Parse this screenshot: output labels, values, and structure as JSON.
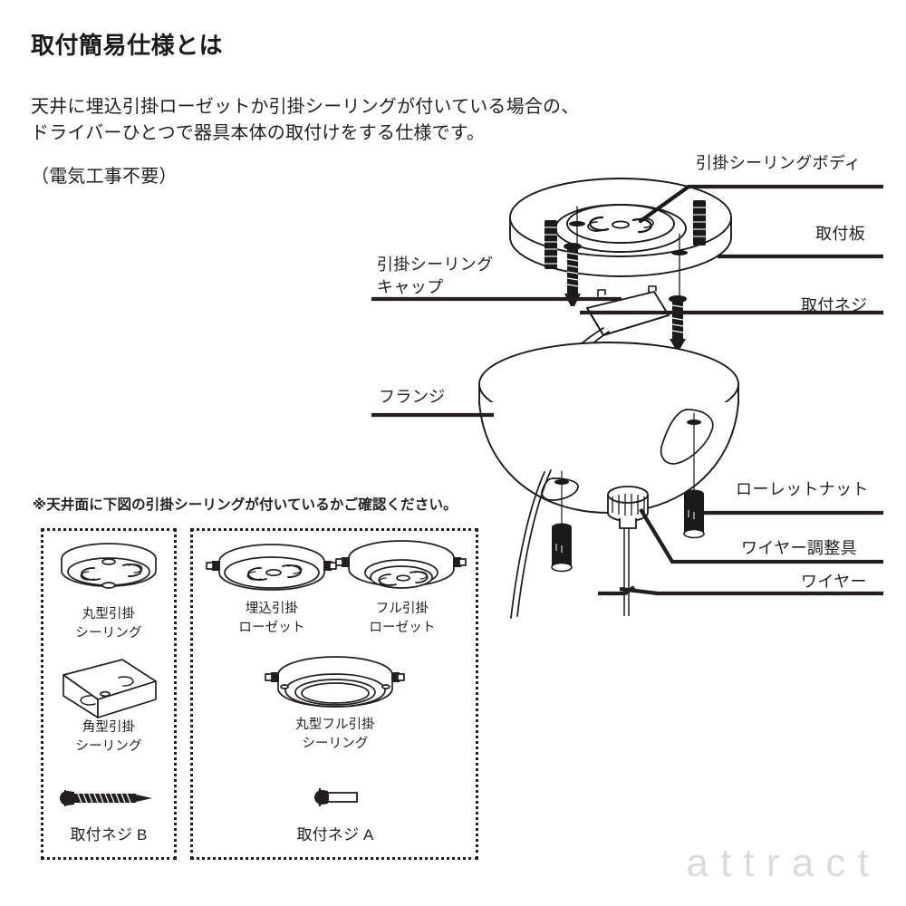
{
  "page": {
    "title": "取付簡易仕様とは",
    "lead_lines": [
      "天井に埋込引掛ローゼットか引掛シーリングが付いている場合の、",
      "ドライバーひとつで器具本体の取付けをする仕様です。"
    ],
    "note": "（電気工事不要）",
    "watermark": "attract"
  },
  "diagram": {
    "name": "ceiling-mount-exploded-diagram",
    "callouts_right": [
      {
        "id": "ceiling-body",
        "label": "引掛シーリングボディ"
      },
      {
        "id": "mount-plate",
        "label": "取付板"
      },
      {
        "id": "mount-screw",
        "label": "取付ネジ"
      },
      {
        "id": "knurled-nut",
        "label": "ローレットナット"
      },
      {
        "id": "wire-adjuster",
        "label": "ワイヤー調整具"
      },
      {
        "id": "wire",
        "label": "ワイヤー"
      }
    ],
    "callouts_left": [
      {
        "id": "ceiling-cap",
        "label_line1": "引掛シーリング",
        "label_line2": "キャップ"
      },
      {
        "id": "flange",
        "label_line1": "フランジ",
        "label_line2": ""
      }
    ]
  },
  "check_panel": {
    "note": "※天井面に下図の引掛シーリングが付いているかご確認ください。",
    "left_box": {
      "items": [
        {
          "id": "round-ceiling-rosette",
          "icon": "round-ceiling-rosette-icon",
          "line1": "丸型引掛",
          "line2": "シーリング"
        },
        {
          "id": "square-ceiling-rosette",
          "icon": "square-ceiling-rosette-icon",
          "line1": "角型引掛",
          "line2": "シーリング"
        }
      ],
      "screw": {
        "id": "mount-screw-b",
        "icon": "long-wood-screw-icon",
        "label": "取付ネジ B"
      }
    },
    "right_box": {
      "items": [
        {
          "id": "flush-hook-rosette",
          "icon": "flush-hook-rosette-icon",
          "line1": "埋込引掛",
          "line2": "ローゼット"
        },
        {
          "id": "full-hook-rosette",
          "icon": "full-hook-rosette-icon",
          "line1": "フル引掛",
          "line2": "ローゼット"
        },
        {
          "id": "round-full-hook-ceiling",
          "icon": "round-full-hook-ceiling-icon",
          "line1": "丸型フル引掛",
          "line2": "シーリング"
        }
      ],
      "screw": {
        "id": "mount-screw-a",
        "icon": "short-machine-screw-icon",
        "label": "取付ネジ A"
      }
    }
  },
  "colors": {
    "ink": "#231f20",
    "line": "#1a1a1a",
    "watermark": "#d9dbdc",
    "background": "#ffffff"
  }
}
